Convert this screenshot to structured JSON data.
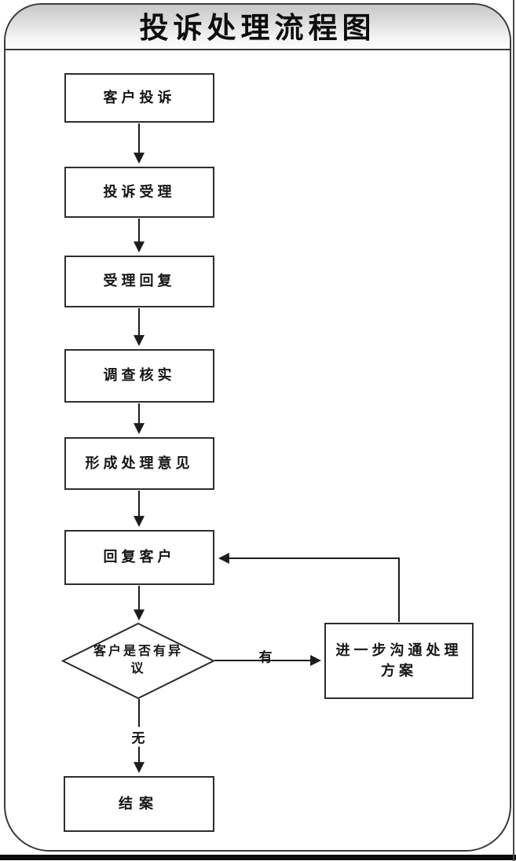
{
  "header": {
    "title": "投诉处理流程图"
  },
  "flow": {
    "nodes": [
      {
        "id": "customer-complaint",
        "label": "客户投诉",
        "type": "process"
      },
      {
        "id": "complaint-acceptance",
        "label": "投诉受理",
        "type": "process"
      },
      {
        "id": "acceptance-reply",
        "label": "受理回复",
        "type": "process"
      },
      {
        "id": "investigation-verification",
        "label": "调查核实",
        "type": "process"
      },
      {
        "id": "form-handling-opinion",
        "label": "形成处理意见",
        "type": "process"
      },
      {
        "id": "reply-to-customer",
        "label": "回复客户",
        "type": "process"
      },
      {
        "id": "customer-objection-decision",
        "label": "客户是否有异议",
        "type": "decision"
      },
      {
        "id": "further-communication-plan",
        "label": "进一步沟通处理方案",
        "type": "process"
      },
      {
        "id": "close-case",
        "label": "结案",
        "type": "process"
      }
    ],
    "edge_labels": {
      "yes": "有",
      "no": "无"
    }
  },
  "colors": {
    "frame_border": "#3a3a3a",
    "line": "#1c1c1c",
    "band_gradient_top": "#c7c7c7",
    "band_gradient_bottom": "#fdfdfd",
    "background": "#ffffff",
    "text": "#151515"
  }
}
